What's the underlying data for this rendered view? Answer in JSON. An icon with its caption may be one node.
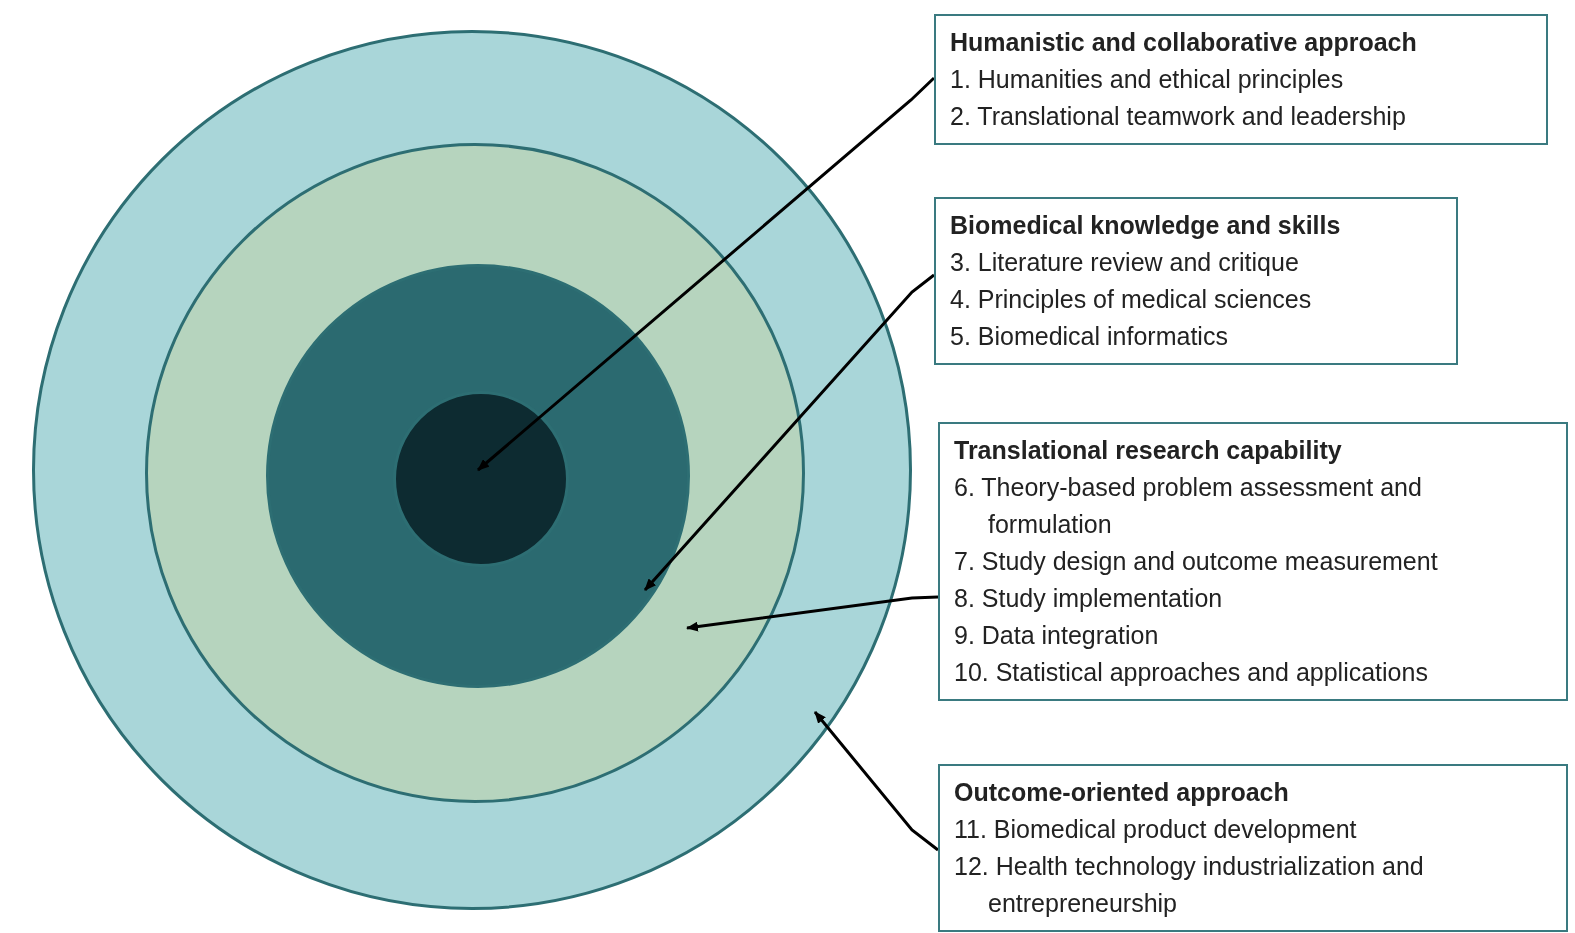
{
  "diagram": {
    "nodes": [
      {
        "text": [],
        "shape": "circle"
      },
      {
        "text": [],
        "shape": "circle",
        "in": 0
      },
      {
        "text": [],
        "shape": "circle",
        "in": 1
      },
      {
        "text": [],
        "shape": "circle",
        "in": 2
      },
      {
        "text": [
          "Humanistic and collaborative approach",
          "1. Humanities and ethical principles",
          "2. Translational teamwork and leadership"
        ]
      },
      {
        "text": [
          "Biomedical knowledge and skills",
          "3. Literature review and critique",
          "4. Principles of medical sciences",
          "5. Biomedical informatics"
        ]
      },
      {
        "text": [
          "Translational research capability",
          "6. Theory-based problem assessment and formulation",
          "7. Study design and outcome measurement",
          "8. Study implementation",
          "9. Data integration",
          "10. Statistical approaches and applications"
        ]
      },
      {
        "text": [
          "Outcome-oriented approach",
          "11. Biomedical product development",
          "12. Health technology industrialization and entrepreneurship"
        ]
      }
    ],
    "edges": [
      {
        "from": 4,
        "to": 3,
        "arrow": "to"
      },
      {
        "from": 5,
        "to": 2,
        "arrow": "to"
      },
      {
        "from": 6,
        "to": 1,
        "arrow": "to"
      },
      {
        "from": 7,
        "to": 0,
        "arrow": "to"
      }
    ]
  }
}
